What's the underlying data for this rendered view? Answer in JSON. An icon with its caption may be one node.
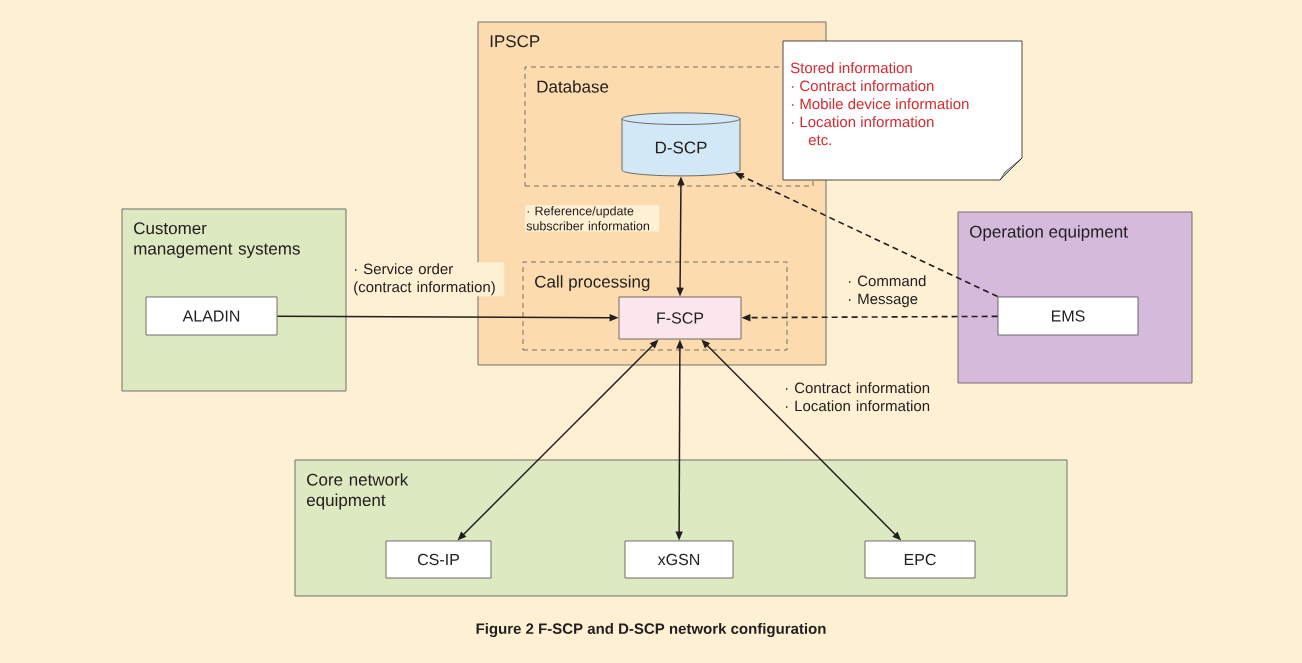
{
  "diagram": {
    "caption": "Figure 2  F-SCP and D-SCP network configuration",
    "nodes": [
      {
        "text": [
          "IPSCP"
        ]
      },
      {
        "text": [
          "Database"
        ],
        "in": 0
      },
      {
        "text": [
          "D-SCP"
        ],
        "in": 1
      },
      {
        "text": [
          "Call processing"
        ],
        "in": 0
      },
      {
        "text": [
          "F-SCP"
        ],
        "in": 3
      },
      {
        "text": [
          "Stored information",
          "· Contract information",
          "· Mobile device information",
          "· Location information",
          "etc."
        ]
      },
      {
        "text": [
          "Customer management systems"
        ]
      },
      {
        "text": [
          "ALADIN"
        ],
        "in": 6
      },
      {
        "text": [
          "Operation equipment"
        ]
      },
      {
        "text": [
          "EMS"
        ],
        "in": 8
      },
      {
        "text": [
          "Core network equipment"
        ]
      },
      {
        "text": [
          "CS-IP"
        ],
        "in": 10
      },
      {
        "text": [
          "xGSN"
        ],
        "in": 10
      },
      {
        "text": [
          "EPC"
        ],
        "in": 10
      }
    ],
    "edges": [
      {
        "from": 2,
        "to": 4,
        "arrow": "both",
        "label": "· Reference/update subscriber information"
      },
      {
        "from": 7,
        "to": 4,
        "arrow": "to",
        "label": "· Service order (contract information)"
      },
      {
        "from": 9,
        "to": 4,
        "arrow": "to",
        "style": "dashed",
        "label": "· Command · Message"
      },
      {
        "from": 9,
        "to": 2,
        "arrow": "to",
        "style": "dashed"
      },
      {
        "from": 4,
        "to": 11,
        "arrow": "both"
      },
      {
        "from": 4,
        "to": 12,
        "arrow": "both"
      },
      {
        "from": 4,
        "to": 13,
        "arrow": "both",
        "label": "· Contract information · Location information"
      }
    ]
  }
}
